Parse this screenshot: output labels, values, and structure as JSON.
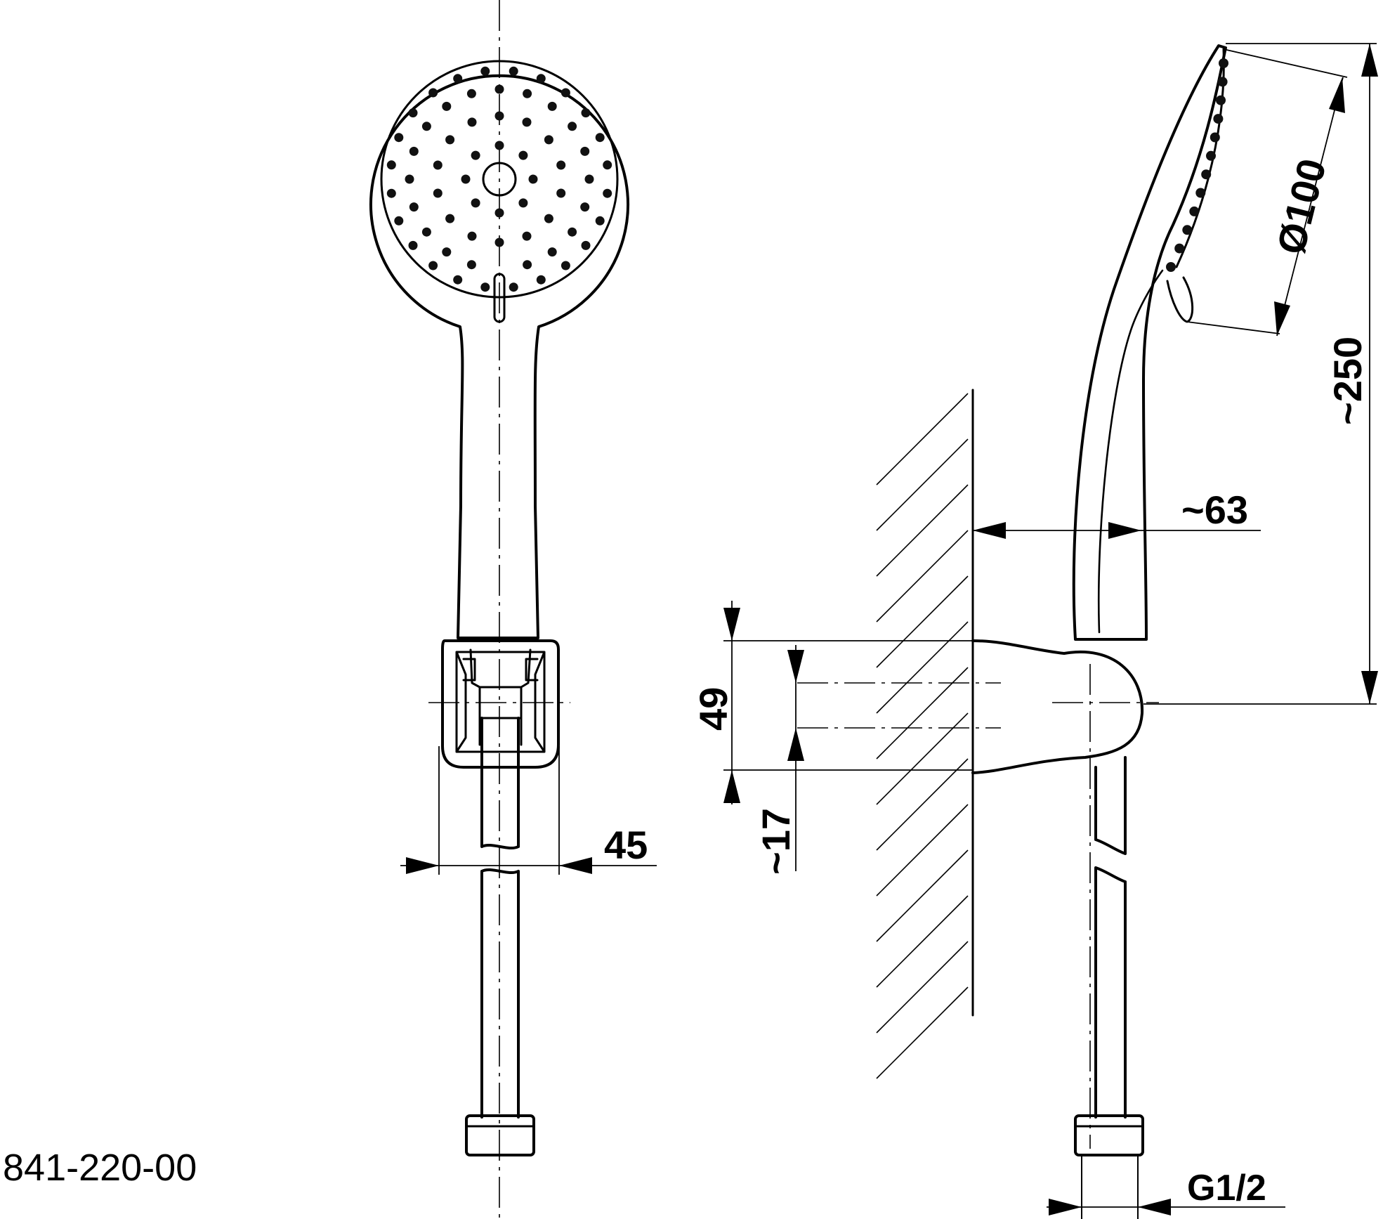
{
  "drawing": {
    "part_number": "841-220-00",
    "dimensions": {
      "width_holder": "45",
      "head_diameter": "Ø100",
      "overall_length": "~250",
      "projection": "~63",
      "holder_height": "49",
      "holder_offset": "~17",
      "thread": "G1/2"
    }
  }
}
